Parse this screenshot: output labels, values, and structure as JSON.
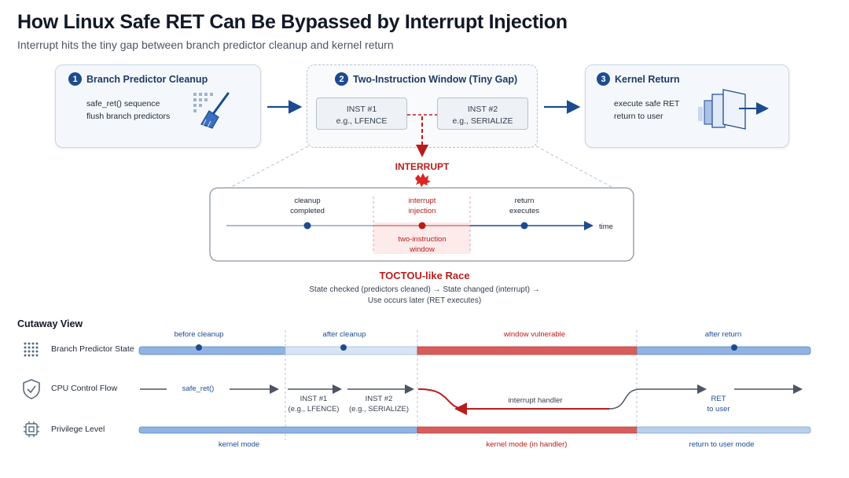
{
  "title": "How Linux Safe RET Can Be Bypassed by Interrupt Injection",
  "subtitle": "Interrupt hits the tiny gap between branch predictor cleanup and kernel return",
  "step1": {
    "num": "1",
    "heading": "Branch Predictor Cleanup",
    "line1": "safe_ret() sequence",
    "line2": "flush branch predictors"
  },
  "step2": {
    "num": "2",
    "heading": "Two-Instruction Window (Tiny Gap)",
    "inst1": {
      "name": "INST #1",
      "example": "e.g., LFENCE"
    },
    "inst2": {
      "name": "INST #2",
      "example": "e.g., SERIALIZE"
    }
  },
  "step3": {
    "num": "3",
    "heading": "Kernel Return",
    "line1": "execute safe RET",
    "line2": "return to user"
  },
  "interrupt_label": "INTERRUPT",
  "timeline": {
    "cleanup_l1": "cleanup",
    "cleanup_l2": "completed",
    "inject_l1": "interrupt",
    "inject_l2": "injection",
    "return_l1": "return",
    "return_l2": "executes",
    "window_l1": "two-instruction",
    "window_l2": "window",
    "time": "time"
  },
  "race": {
    "title": "TOCTOU-like Race",
    "line1": "State checked (predictors cleaned) → State changed (interrupt) →",
    "line2": "Use occurs later (RET executes)"
  },
  "cutaway": {
    "heading": "Cutaway View",
    "phases": [
      "before cleanup",
      "after cleanup",
      "window vulnerable",
      "after return"
    ],
    "rows": [
      {
        "label": "Branch Predictor State",
        "icon": "dot-grid-icon"
      },
      {
        "label": "CPU Control Flow",
        "icon": "shield-check-icon"
      },
      {
        "label": "Privilege Level",
        "icon": "chip-icon"
      }
    ],
    "flow": {
      "safe_ret": "safe_ret()",
      "inst1_l1": "INST #1",
      "inst1_l2": "(e.g., LFENCE)",
      "inst2_l1": "INST #2",
      "inst2_l2": "(e.g., SERIALIZE)",
      "handler": "interrupt handler",
      "ret_l1": "RET",
      "ret_l2": "to user"
    },
    "privilege": [
      "kernel mode",
      "kernel mode (in handler)",
      "return to user mode"
    ]
  },
  "colors": {
    "navy": "#1e4b8f",
    "red": "#b91c1c",
    "blue_bar": "#8fb3e3",
    "red_bar": "#d95c5c"
  }
}
